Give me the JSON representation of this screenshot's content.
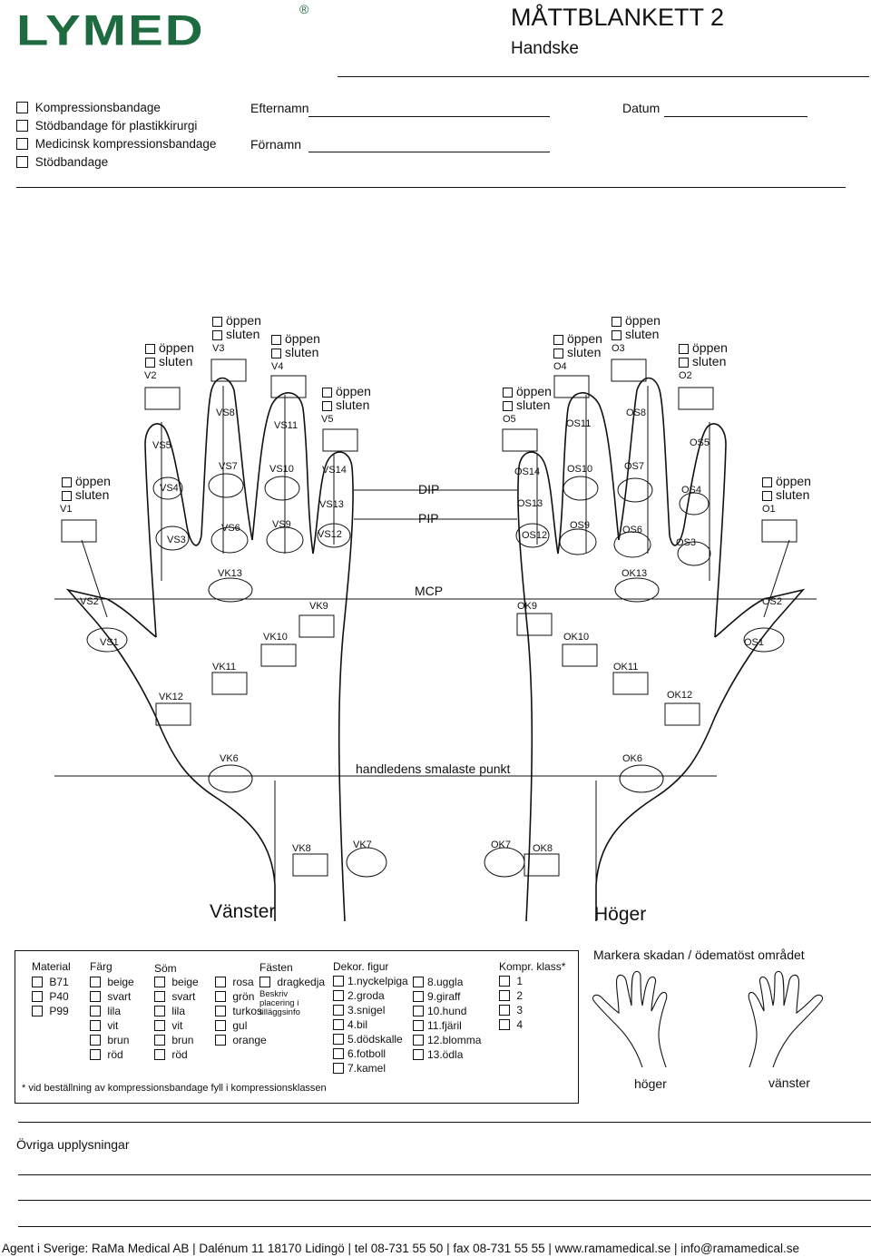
{
  "header": {
    "logo": "LYMED",
    "reg_mark": "®",
    "title": "MÅTTBLANKETT 2",
    "subtitle": "Handske"
  },
  "bandage_types": [
    "Kompressionsbandage",
    "Stödbandage för plastikkirurgi",
    "Medicinsk kompressionsbandage",
    "Stödbandage"
  ],
  "fields": {
    "surname": "Efternamn",
    "firstname": "Förnamn",
    "date": "Datum"
  },
  "diagram": {
    "open": "öppen",
    "closed": "sluten",
    "left_fingers": [
      "V1",
      "V2",
      "V3",
      "V4",
      "V5"
    ],
    "right_fingers": [
      "O1",
      "O2",
      "O3",
      "O4",
      "O5"
    ],
    "left_points": [
      "VS1",
      "VS2",
      "VS3",
      "VS4",
      "VS5",
      "VS6",
      "VS7",
      "VS8",
      "VS9",
      "VS10",
      "VS11",
      "VS12",
      "VS13",
      "VS14",
      "VK6",
      "VK7",
      "VK8",
      "VK9",
      "VK10",
      "VK11",
      "VK12",
      "VK13"
    ],
    "right_points": [
      "OS1",
      "OS2",
      "OS3",
      "OS4",
      "OS5",
      "OS6",
      "OS7",
      "OS8",
      "OS9",
      "OS10",
      "OS11",
      "OS12",
      "OS13",
      "OS14",
      "OK6",
      "OK7",
      "OK8",
      "OK9",
      "OK10",
      "OK11",
      "OK12",
      "OK13"
    ],
    "dip": "DIP",
    "pip": "PIP",
    "mcp": "MCP",
    "wrist": "handledens smalaste punkt",
    "left_side": "Vänster",
    "right_side": "Höger"
  },
  "order": {
    "material_title": "Material",
    "materials": [
      "B71",
      "P40",
      "P99"
    ],
    "color_title": "Färg",
    "colors": [
      "beige",
      "svart",
      "lila",
      "vit",
      "brun",
      "röd"
    ],
    "seam_title": "Söm",
    "seams_a": [
      "beige",
      "svart",
      "lila",
      "vit",
      "brun",
      "röd"
    ],
    "seams_b": [
      "rosa",
      "grön",
      "turkos",
      "gul",
      "orange"
    ],
    "fasten_title": "Fästen",
    "fasten_option": "dragkedja",
    "fasten_note": "Beskriv placering i tilläggsinfo",
    "decor_title": "Dekor. figur",
    "decor_a": [
      "1.nyckelpiga",
      "2.groda",
      "3.snigel",
      "4.bil",
      "5.dödskalle",
      "6.fotboll",
      "7.kamel"
    ],
    "decor_b": [
      "8.uggla",
      "9.giraff",
      "10.hund",
      "11.fjäril",
      "12.blomma",
      "13.ödla"
    ],
    "class_title": "Kompr. klass*",
    "classes": [
      "1",
      "2",
      "3",
      "4"
    ],
    "footnote": "* vid beställning av kompressionsbandage fyll i kompressionsklassen"
  },
  "damage": {
    "title": "Markera skadan / ödematöst området",
    "right": "höger",
    "left": "vänster"
  },
  "other": "Övriga upplysningar",
  "footer": "Agent i Sverige:  RaMa Medical AB  |  Dalénum 11 18170 Lidingö  |  tel 08-731 55 50  |  fax 08-731 55 55  |  www.ramamedical.se  |  info@ramamedical.se"
}
